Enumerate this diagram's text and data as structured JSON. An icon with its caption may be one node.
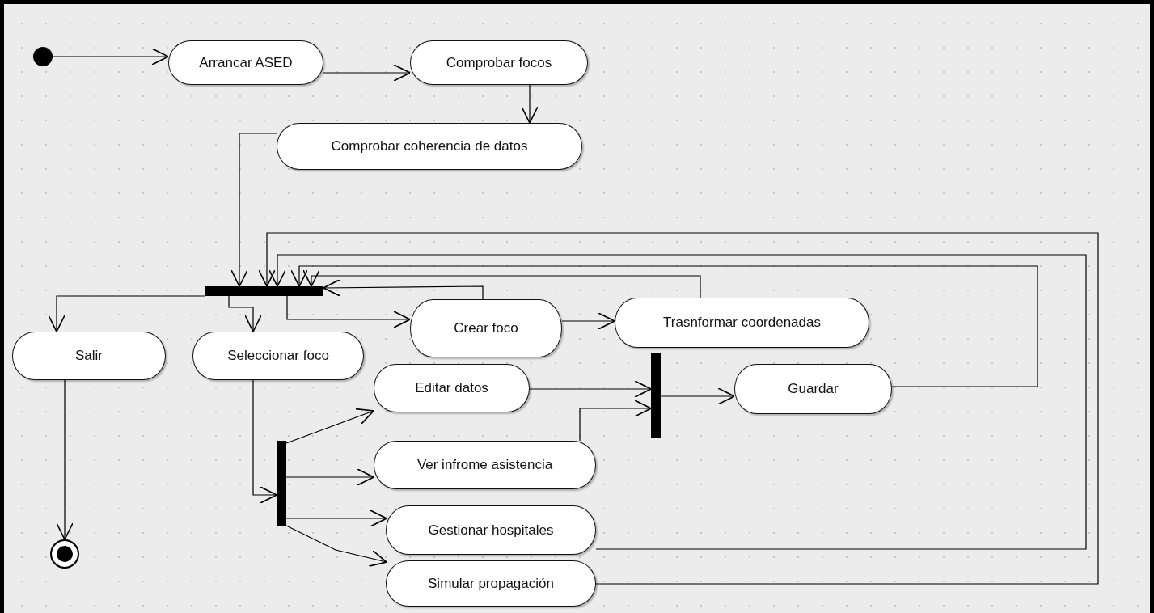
{
  "diagram": {
    "nodes": [
      {
        "text": [],
        "shape": "circle"
      },
      {
        "text": [
          "Arrancar ASED"
        ]
      },
      {
        "text": [
          "Comprobar focos"
        ]
      },
      {
        "text": [
          "Comprobar coherencia de datos"
        ]
      },
      {
        "text": [],
        "shape": "bar"
      },
      {
        "text": [
          "Salir"
        ]
      },
      {
        "text": [
          "Seleccionar foco"
        ]
      },
      {
        "text": [
          "Crear foco"
        ]
      },
      {
        "text": [
          "Trasnformar coordenadas"
        ]
      },
      {
        "text": [
          "Editar datos"
        ]
      },
      {
        "text": [],
        "shape": "bar"
      },
      {
        "text": [
          "Ver infrome asistencia"
        ]
      },
      {
        "text": [
          "Gestionar hospitales"
        ]
      },
      {
        "text": [
          "Simular propagación"
        ]
      },
      {
        "text": [],
        "shape": "bar"
      },
      {
        "text": [
          "Guardar"
        ]
      },
      {
        "text": [],
        "shape": "circle"
      }
    ],
    "edges": [
      {
        "from": 0,
        "to": 1,
        "arrow": "to"
      },
      {
        "from": 1,
        "to": 2,
        "arrow": "to"
      },
      {
        "from": 2,
        "to": 3,
        "arrow": "to"
      },
      {
        "from": 3,
        "to": 4,
        "arrow": "to"
      },
      {
        "from": 4,
        "to": 5,
        "arrow": "to"
      },
      {
        "from": 4,
        "to": 6,
        "arrow": "to"
      },
      {
        "from": 4,
        "to": 7,
        "arrow": "to"
      },
      {
        "from": 7,
        "to": 8,
        "arrow": "to"
      },
      {
        "from": 7,
        "to": 4,
        "arrow": "to"
      },
      {
        "from": 8,
        "to": 4,
        "arrow": "to"
      },
      {
        "from": 15,
        "to": 4,
        "arrow": "to"
      },
      {
        "from": 12,
        "to": 4,
        "arrow": "to"
      },
      {
        "from": 13,
        "to": 4,
        "arrow": "to"
      },
      {
        "from": 6,
        "to": 10,
        "arrow": "to"
      },
      {
        "from": 10,
        "to": 9,
        "arrow": "to"
      },
      {
        "from": 10,
        "to": 11,
        "arrow": "to"
      },
      {
        "from": 10,
        "to": 12,
        "arrow": "to"
      },
      {
        "from": 10,
        "to": 13,
        "arrow": "to"
      },
      {
        "from": 9,
        "to": 14,
        "arrow": "to"
      },
      {
        "from": 11,
        "to": 14,
        "arrow": "to"
      },
      {
        "from": 14,
        "to": 15,
        "arrow": "to"
      },
      {
        "from": 5,
        "to": 16,
        "arrow": "to"
      }
    ]
  }
}
